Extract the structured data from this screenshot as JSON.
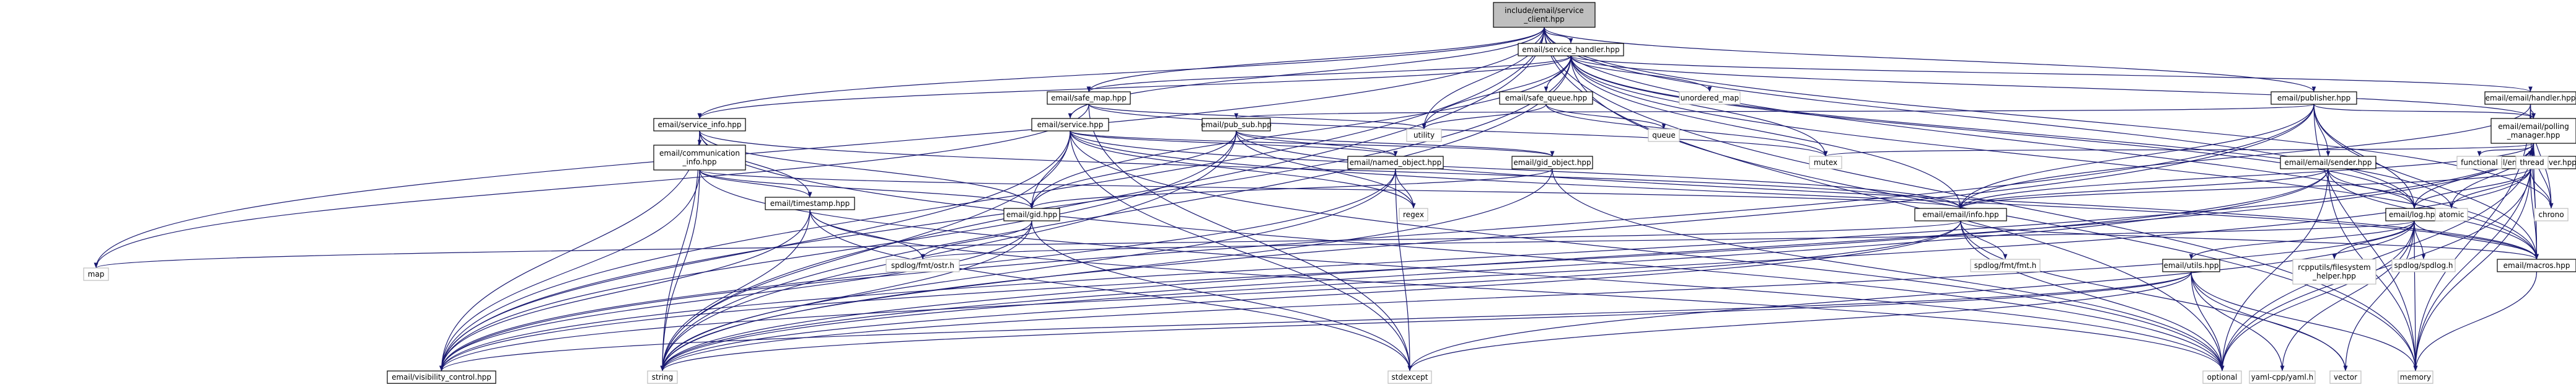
{
  "colors": {
    "edge": "#191970",
    "node_border_regular": "#000000",
    "node_border_system": "#bebebe",
    "node_fill": "#ffffff",
    "root_fill": "#bfbfbf",
    "text": "#000000"
  },
  "nodes": [
    {
      "id": "root",
      "lines": [
        "include/email/service",
        "_client.hpp"
      ],
      "kind": "root"
    },
    {
      "id": "service_handler",
      "lines": [
        "email/service_handler.hpp"
      ],
      "kind": "local"
    },
    {
      "id": "safe_map",
      "lines": [
        "email/safe_map.hpp"
      ],
      "kind": "local"
    },
    {
      "id": "service_info",
      "lines": [
        "email/service_info.hpp"
      ],
      "kind": "local"
    },
    {
      "id": "communication_info",
      "lines": [
        "email/communication",
        "_info.hpp"
      ],
      "kind": "local"
    },
    {
      "id": "timestamp",
      "lines": [
        "email/timestamp.hpp"
      ],
      "kind": "local"
    },
    {
      "id": "service",
      "lines": [
        "email/service.hpp"
      ],
      "kind": "local"
    },
    {
      "id": "pub_sub",
      "lines": [
        "email/pub_sub.hpp"
      ],
      "kind": "local"
    },
    {
      "id": "named_object",
      "lines": [
        "email/named_object.hpp"
      ],
      "kind": "local"
    },
    {
      "id": "gid_object",
      "lines": [
        "email/gid_object.hpp"
      ],
      "kind": "local"
    },
    {
      "id": "gid",
      "lines": [
        "email/gid.hpp"
      ],
      "kind": "local"
    },
    {
      "id": "safe_queue",
      "lines": [
        "email/safe_queue.hpp"
      ],
      "kind": "local"
    },
    {
      "id": "publisher",
      "lines": [
        "email/publisher.hpp"
      ],
      "kind": "local"
    },
    {
      "id": "email_handler",
      "lines": [
        "email/email/handler.hpp"
      ],
      "kind": "local"
    },
    {
      "id": "polling_manager",
      "lines": [
        "email/email/polling",
        "_manager.hpp"
      ],
      "kind": "local"
    },
    {
      "id": "sender",
      "lines": [
        "email/email/sender.hpp"
      ],
      "kind": "local"
    },
    {
      "id": "receiver",
      "lines": [
        "email/email/receiver.hpp"
      ],
      "kind": "local"
    },
    {
      "id": "email_info",
      "lines": [
        "email/email/info.hpp"
      ],
      "kind": "local"
    },
    {
      "id": "log",
      "lines": [
        "email/log.hpp"
      ],
      "kind": "local"
    },
    {
      "id": "utils",
      "lines": [
        "email/utils.hpp"
      ],
      "kind": "local"
    },
    {
      "id": "macros",
      "lines": [
        "email/macros.hpp"
      ],
      "kind": "local"
    },
    {
      "id": "visibility_control",
      "lines": [
        "email/visibility_control.hpp"
      ],
      "kind": "local"
    },
    {
      "id": "unordered_map",
      "lines": [
        "unordered_map"
      ],
      "kind": "system"
    },
    {
      "id": "utility",
      "lines": [
        "utility"
      ],
      "kind": "system"
    },
    {
      "id": "queue",
      "lines": [
        "queue"
      ],
      "kind": "system"
    },
    {
      "id": "map",
      "lines": [
        "map"
      ],
      "kind": "system"
    },
    {
      "id": "mutex",
      "lines": [
        "mutex"
      ],
      "kind": "system"
    },
    {
      "id": "regex",
      "lines": [
        "regex"
      ],
      "kind": "system"
    },
    {
      "id": "functional",
      "lines": [
        "functional"
      ],
      "kind": "system"
    },
    {
      "id": "thread",
      "lines": [
        "thread"
      ],
      "kind": "system"
    },
    {
      "id": "atomic",
      "lines": [
        "atomic"
      ],
      "kind": "system"
    },
    {
      "id": "chrono",
      "lines": [
        "chrono"
      ],
      "kind": "system"
    },
    {
      "id": "fmt_ostr",
      "lines": [
        "spdlog/fmt/ostr.h"
      ],
      "kind": "system"
    },
    {
      "id": "fmt_fmt",
      "lines": [
        "spdlog/fmt/fmt.h"
      ],
      "kind": "system"
    },
    {
      "id": "rcpputils",
      "lines": [
        "rcpputils/filesystem",
        "_helper.hpp"
      ],
      "kind": "system"
    },
    {
      "id": "spdlog",
      "lines": [
        "spdlog/spdlog.h"
      ],
      "kind": "system"
    },
    {
      "id": "string",
      "lines": [
        "string"
      ],
      "kind": "system"
    },
    {
      "id": "stdexcept",
      "lines": [
        "stdexcept"
      ],
      "kind": "system"
    },
    {
      "id": "optional",
      "lines": [
        "optional"
      ],
      "kind": "system"
    },
    {
      "id": "yaml",
      "lines": [
        "yaml-cpp/yaml.h"
      ],
      "kind": "system"
    },
    {
      "id": "vector",
      "lines": [
        "vector"
      ],
      "kind": "system"
    },
    {
      "id": "memory",
      "lines": [
        "memory"
      ],
      "kind": "system"
    }
  ],
  "edges": [
    [
      "root",
      "service_handler"
    ],
    [
      "root",
      "safe_map"
    ],
    [
      "root",
      "service_info"
    ],
    [
      "root",
      "service"
    ],
    [
      "root",
      "publisher"
    ],
    [
      "root",
      "log"
    ],
    [
      "root",
      "macros"
    ],
    [
      "root",
      "visibility_control"
    ],
    [
      "root",
      "utility"
    ],
    [
      "root",
      "map"
    ],
    [
      "root",
      "string"
    ],
    [
      "root",
      "memory"
    ],
    [
      "root",
      "chrono"
    ],
    [
      "root",
      "optional"
    ],
    [
      "service_handler",
      "safe_map"
    ],
    [
      "service_handler",
      "service_info"
    ],
    [
      "service_handler",
      "safe_queue"
    ],
    [
      "service_handler",
      "unordered_map"
    ],
    [
      "service_handler",
      "utility"
    ],
    [
      "service_handler",
      "mutex"
    ],
    [
      "service_handler",
      "email_handler"
    ],
    [
      "service_handler",
      "polling_manager"
    ],
    [
      "service_handler",
      "email_info"
    ],
    [
      "service_handler",
      "gid"
    ],
    [
      "service_handler",
      "log"
    ],
    [
      "service_handler",
      "macros"
    ],
    [
      "service_handler",
      "visibility_control"
    ],
    [
      "service_handler",
      "string"
    ],
    [
      "service_handler",
      "memory"
    ],
    [
      "service_handler",
      "atomic"
    ],
    [
      "safe_map",
      "map"
    ],
    [
      "safe_map",
      "utility"
    ],
    [
      "safe_map",
      "mutex"
    ],
    [
      "safe_map",
      "stdexcept"
    ],
    [
      "service_info",
      "communication_info"
    ],
    [
      "service_info",
      "gid"
    ],
    [
      "service_info",
      "timestamp"
    ],
    [
      "service_info",
      "email_info"
    ],
    [
      "service_info",
      "visibility_control"
    ],
    [
      "service_info",
      "string"
    ],
    [
      "service_info",
      "optional"
    ],
    [
      "communication_info",
      "gid"
    ],
    [
      "communication_info",
      "timestamp"
    ],
    [
      "communication_info",
      "visibility_control"
    ],
    [
      "communication_info",
      "optional"
    ],
    [
      "communication_info",
      "string"
    ],
    [
      "communication_info",
      "email_info"
    ],
    [
      "timestamp",
      "fmt_ostr"
    ],
    [
      "timestamp",
      "visibility_control"
    ],
    [
      "timestamp",
      "string"
    ],
    [
      "timestamp",
      "optional"
    ],
    [
      "timestamp",
      "stdexcept"
    ],
    [
      "service",
      "gid_object"
    ],
    [
      "service",
      "named_object"
    ],
    [
      "service",
      "gid"
    ],
    [
      "service",
      "email_info"
    ],
    [
      "service",
      "macros"
    ],
    [
      "service",
      "visibility_control"
    ],
    [
      "service",
      "string"
    ],
    [
      "service",
      "regex"
    ],
    [
      "service",
      "stdexcept"
    ],
    [
      "service",
      "optional"
    ],
    [
      "pub_sub",
      "gid_object"
    ],
    [
      "pub_sub",
      "named_object"
    ],
    [
      "pub_sub",
      "gid"
    ],
    [
      "pub_sub",
      "regex"
    ],
    [
      "pub_sub",
      "string"
    ],
    [
      "pub_sub",
      "visibility_control"
    ],
    [
      "pub_sub",
      "macros"
    ],
    [
      "named_object",
      "regex"
    ],
    [
      "named_object",
      "string"
    ],
    [
      "named_object",
      "stdexcept"
    ],
    [
      "named_object",
      "visibility_control"
    ],
    [
      "gid_object",
      "gid"
    ],
    [
      "gid_object",
      "string"
    ],
    [
      "gid_object",
      "optional"
    ],
    [
      "gid",
      "fmt_ostr"
    ],
    [
      "gid",
      "string"
    ],
    [
      "gid",
      "visibility_control"
    ],
    [
      "gid",
      "stdexcept"
    ],
    [
      "safe_queue",
      "queue"
    ],
    [
      "safe_queue",
      "mutex"
    ],
    [
      "safe_queue",
      "utility"
    ],
    [
      "publisher",
      "pub_sub"
    ],
    [
      "publisher",
      "polling_manager"
    ],
    [
      "publisher",
      "sender"
    ],
    [
      "publisher",
      "email_info"
    ],
    [
      "publisher",
      "log"
    ],
    [
      "publisher",
      "macros"
    ],
    [
      "publisher",
      "visibility_control"
    ],
    [
      "publisher",
      "string"
    ],
    [
      "publisher",
      "memory"
    ],
    [
      "email_handler",
      "polling_manager"
    ],
    [
      "email_handler",
      "email_info"
    ],
    [
      "email_handler",
      "macros"
    ],
    [
      "email_handler",
      "chrono"
    ],
    [
      "email_handler",
      "memory"
    ],
    [
      "polling_manager",
      "receiver"
    ],
    [
      "polling_manager",
      "email_info"
    ],
    [
      "polling_manager",
      "log"
    ],
    [
      "polling_manager",
      "macros"
    ],
    [
      "polling_manager",
      "functional"
    ],
    [
      "polling_manager",
      "thread"
    ],
    [
      "polling_manager",
      "atomic"
    ],
    [
      "polling_manager",
      "chrono"
    ],
    [
      "polling_manager",
      "mutex"
    ],
    [
      "polling_manager",
      "memory"
    ],
    [
      "polling_manager",
      "optional"
    ],
    [
      "polling_manager",
      "string"
    ],
    [
      "polling_manager",
      "visibility_control"
    ],
    [
      "sender",
      "email_info"
    ],
    [
      "sender",
      "log"
    ],
    [
      "sender",
      "macros"
    ],
    [
      "sender",
      "optional"
    ],
    [
      "sender",
      "string"
    ],
    [
      "sender",
      "memory"
    ],
    [
      "sender",
      "visibility_control"
    ],
    [
      "receiver",
      "email_info"
    ],
    [
      "receiver",
      "log"
    ],
    [
      "receiver",
      "macros"
    ],
    [
      "receiver",
      "atomic"
    ],
    [
      "receiver",
      "chrono"
    ],
    [
      "receiver",
      "optional"
    ],
    [
      "receiver",
      "memory"
    ],
    [
      "receiver",
      "string"
    ],
    [
      "email_info",
      "fmt_fmt"
    ],
    [
      "email_info",
      "macros"
    ],
    [
      "email_info",
      "string"
    ],
    [
      "email_info",
      "optional"
    ],
    [
      "email_info",
      "vector"
    ],
    [
      "email_info",
      "map"
    ],
    [
      "email_info",
      "visibility_control"
    ],
    [
      "log",
      "utils"
    ],
    [
      "log",
      "rcpputils"
    ],
    [
      "log",
      "spdlog"
    ],
    [
      "log",
      "fmt_ostr"
    ],
    [
      "log",
      "memory"
    ],
    [
      "log",
      "string"
    ],
    [
      "log",
      "stdexcept"
    ],
    [
      "log",
      "optional"
    ],
    [
      "log",
      "yaml"
    ],
    [
      "log",
      "vector"
    ],
    [
      "log",
      "macros"
    ],
    [
      "utils",
      "string"
    ],
    [
      "utils",
      "optional"
    ],
    [
      "utils",
      "yaml"
    ],
    [
      "utils",
      "vector"
    ],
    [
      "utils",
      "memory"
    ],
    [
      "utils",
      "stdexcept"
    ],
    [
      "utils",
      "visibility_control"
    ],
    [
      "macros",
      "memory"
    ]
  ]
}
